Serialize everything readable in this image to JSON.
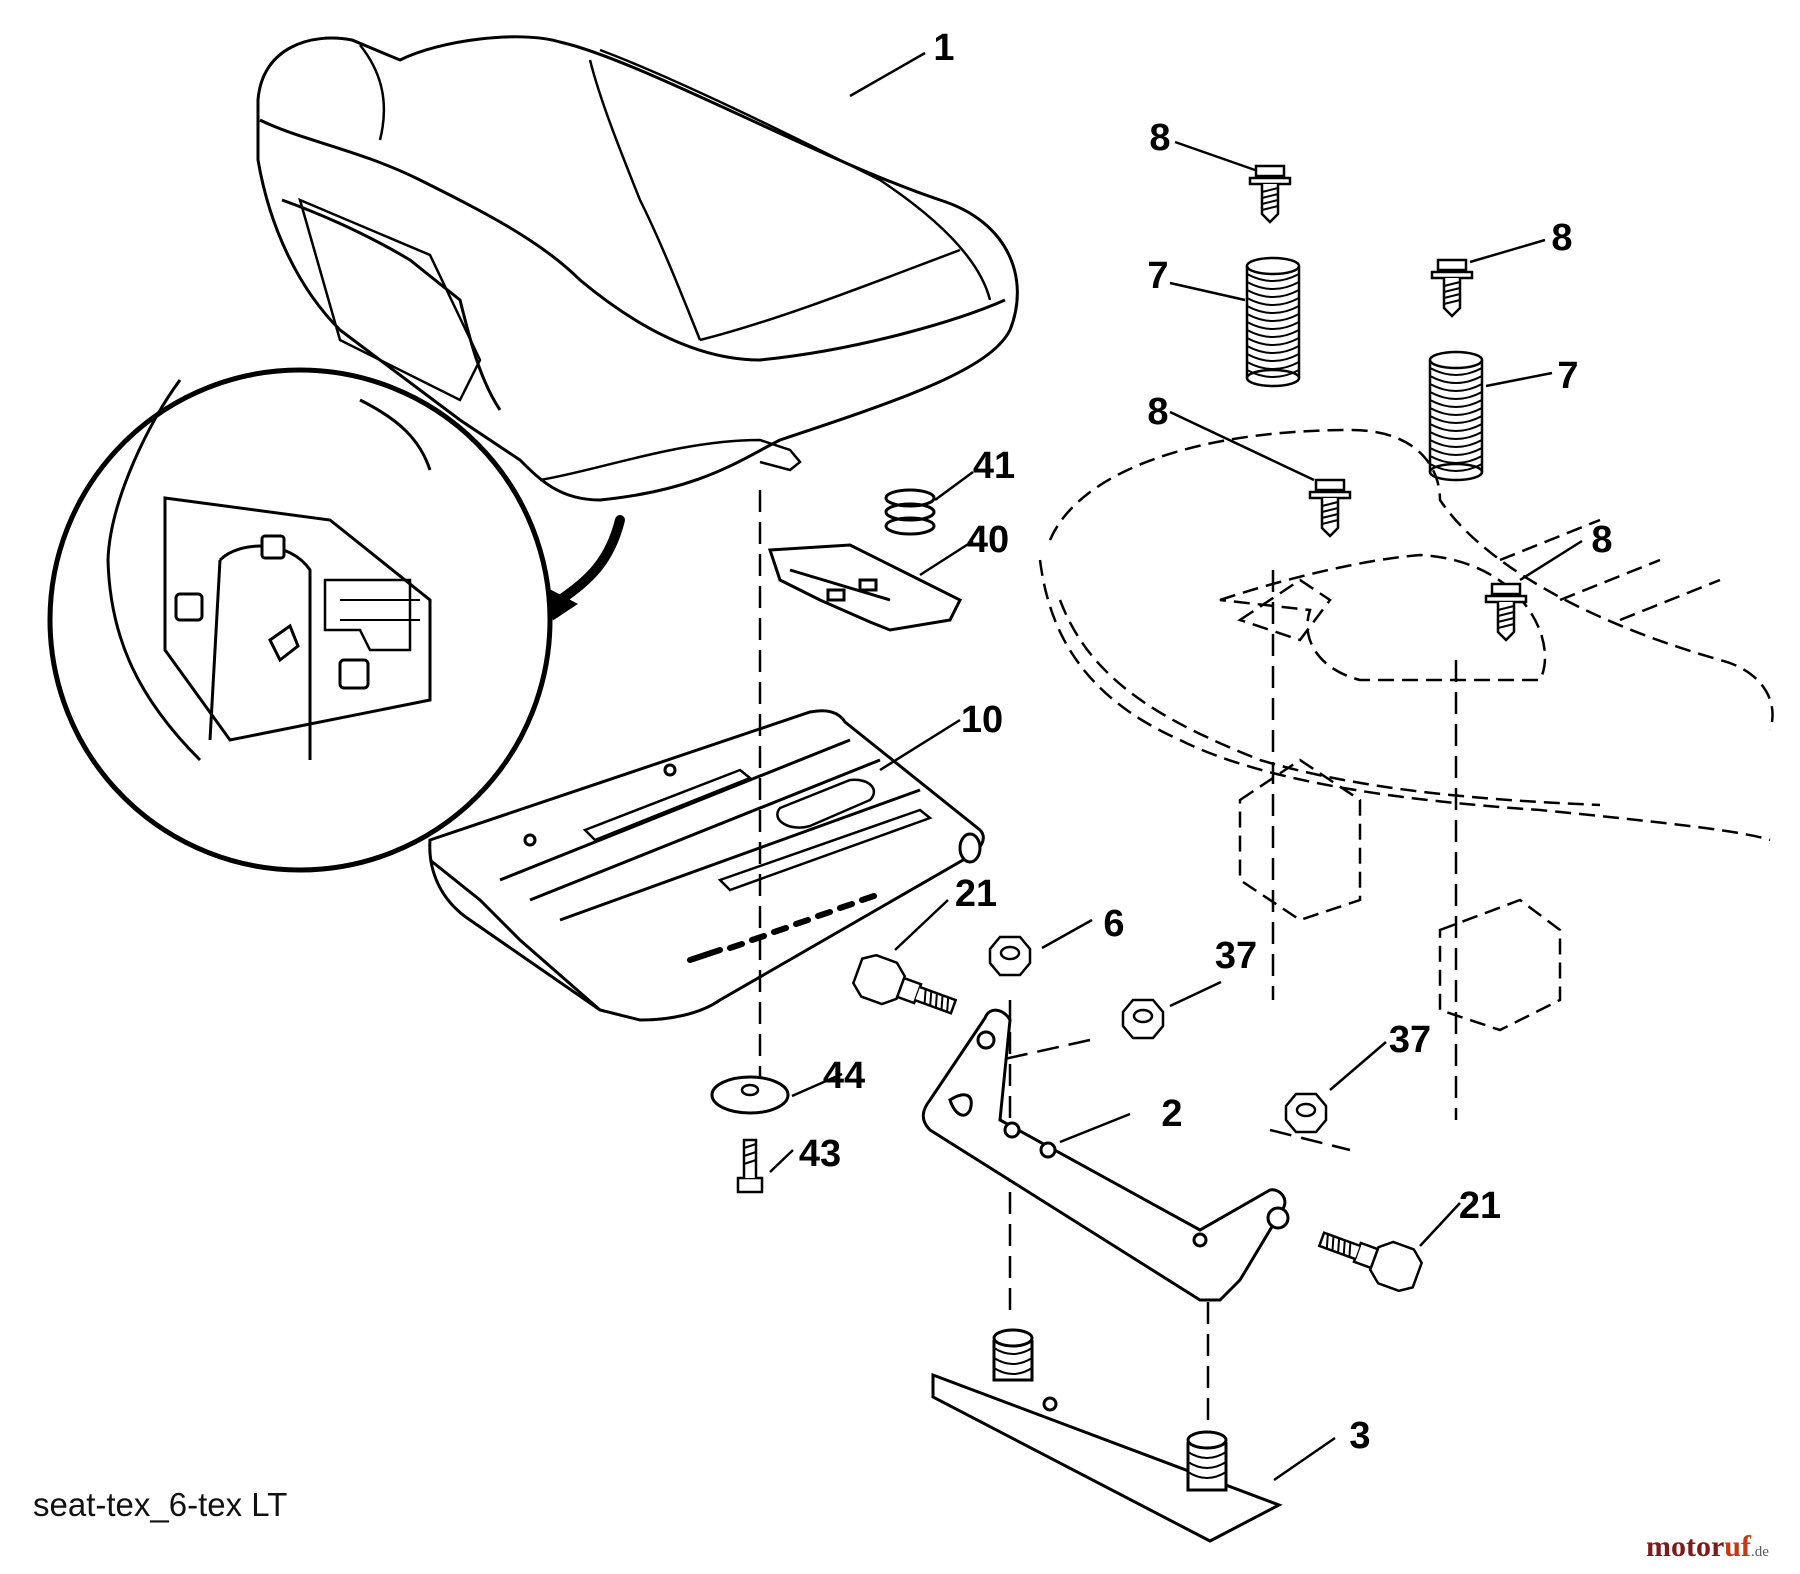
{
  "callouts": {
    "c1": "1",
    "c8a": "8",
    "c8b": "8",
    "c8c": "8",
    "c8d": "8",
    "c7a": "7",
    "c7b": "7",
    "c41": "41",
    "c40": "40",
    "c10": "10",
    "c21a": "21",
    "c6": "6",
    "c37a": "37",
    "c37b": "37",
    "c44": "44",
    "c43": "43",
    "c2": "2",
    "c21b": "21",
    "c3": "3"
  },
  "caption": "seat-tex_6-tex LT",
  "watermark": {
    "part1": "motor",
    "part2": "uf",
    "part3": ".de"
  },
  "colors": {
    "line": "#000000",
    "background": "#ffffff",
    "watermark_dark": "#7d1a1a",
    "watermark_red": "#c23a1a"
  }
}
